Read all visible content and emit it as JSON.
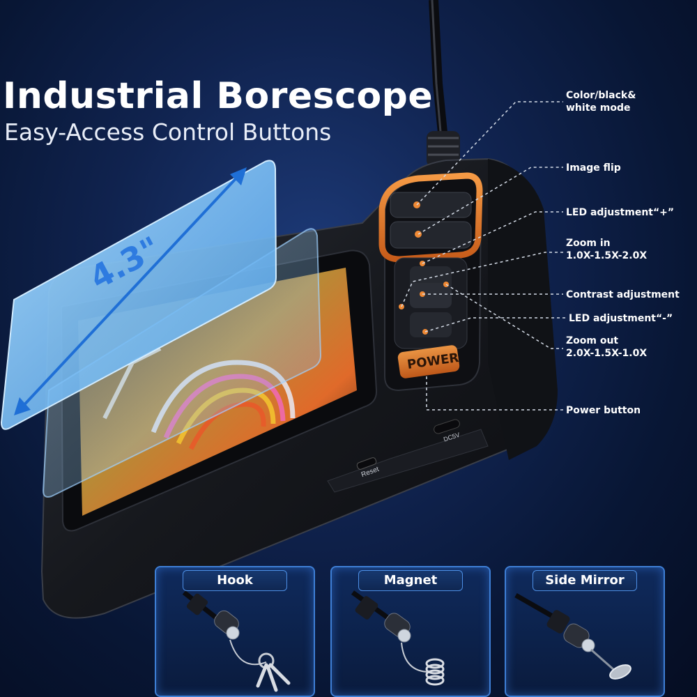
{
  "headline": {
    "title": "Industrial Borescope",
    "subtitle": "Easy-Access Control Buttons"
  },
  "screen": {
    "size_label": "4.3\""
  },
  "device": {
    "power_label": "POWER",
    "reset_label": "Reset",
    "port_label": "DC5V"
  },
  "callouts": [
    {
      "line1": "Color/black&",
      "line2": "white mode"
    },
    {
      "line1": "Image flip",
      "line2": ""
    },
    {
      "line1": "LED adjustment“+”",
      "line2": ""
    },
    {
      "line1": "Zoom in",
      "line2": "1.0X-1.5X-2.0X"
    },
    {
      "line1": "Contrast adjustment",
      "line2": ""
    },
    {
      "line1": "LED adjustment“-”",
      "line2": ""
    },
    {
      "line1": "Zoom out",
      "line2": "2.0X-1.5X-1.0X"
    },
    {
      "line1": "Power button",
      "line2": ""
    }
  ],
  "accessories": [
    {
      "label": "Hook"
    },
    {
      "label": "Magnet"
    },
    {
      "label": "Side Mirror"
    }
  ],
  "colors": {
    "accent_orange": "#e8792a",
    "glass_blue": "#8fd0ff",
    "card_border": "#3e7fd6"
  }
}
